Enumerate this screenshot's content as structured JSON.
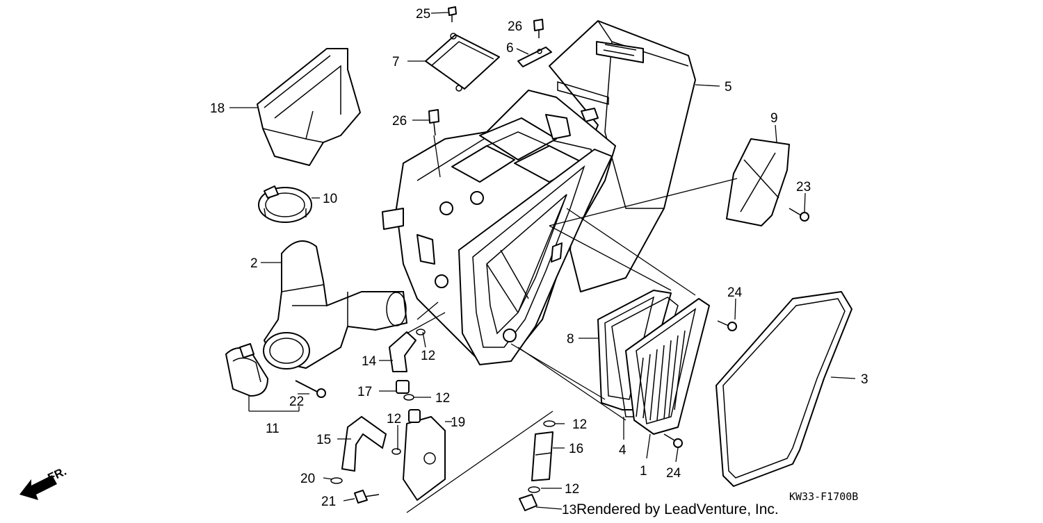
{
  "diagram": {
    "drawing_code": "KW33-F1700B",
    "credit": "Rendered by LeadVenture, Inc.",
    "direction_label": "FR.",
    "callouts": [
      {
        "id": "c25",
        "text": "25"
      },
      {
        "id": "c26a",
        "text": "26"
      },
      {
        "id": "c6",
        "text": "6"
      },
      {
        "id": "c7",
        "text": "7"
      },
      {
        "id": "c5",
        "text": "5"
      },
      {
        "id": "c18",
        "text": "18"
      },
      {
        "id": "c26b",
        "text": "26"
      },
      {
        "id": "c9",
        "text": "9"
      },
      {
        "id": "c23",
        "text": "23"
      },
      {
        "id": "c10",
        "text": "10"
      },
      {
        "id": "c2",
        "text": "2"
      },
      {
        "id": "c24a",
        "text": "24"
      },
      {
        "id": "c8",
        "text": "8"
      },
      {
        "id": "c3",
        "text": "3"
      },
      {
        "id": "c14",
        "text": "14"
      },
      {
        "id": "c12a",
        "text": "12"
      },
      {
        "id": "c17",
        "text": "17"
      },
      {
        "id": "c12b",
        "text": "12"
      },
      {
        "id": "c22",
        "text": "22"
      },
      {
        "id": "c11",
        "text": "11"
      },
      {
        "id": "c12c",
        "text": "12"
      },
      {
        "id": "c19",
        "text": "19"
      },
      {
        "id": "c12d",
        "text": "12"
      },
      {
        "id": "c15",
        "text": "15"
      },
      {
        "id": "c16",
        "text": "16"
      },
      {
        "id": "c4",
        "text": "4"
      },
      {
        "id": "c1",
        "text": "1"
      },
      {
        "id": "c24b",
        "text": "24"
      },
      {
        "id": "c20",
        "text": "20"
      },
      {
        "id": "c12e",
        "text": "12"
      },
      {
        "id": "c21",
        "text": "21"
      },
      {
        "id": "c13",
        "text": "13"
      }
    ]
  }
}
